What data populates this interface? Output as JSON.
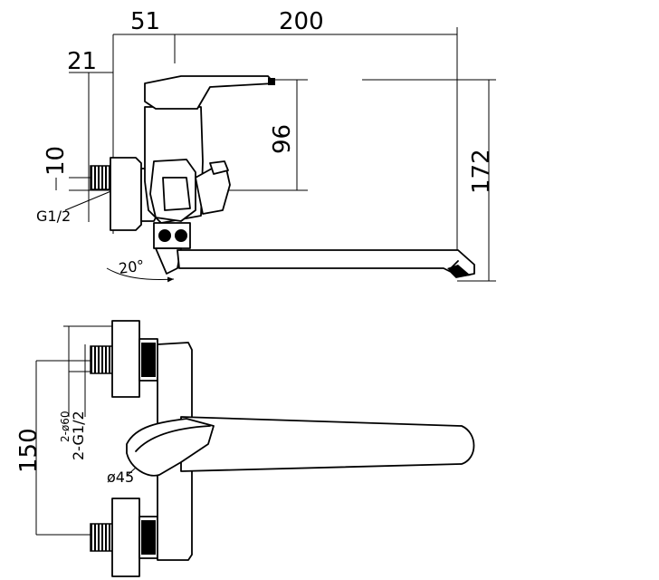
{
  "dimensions": {
    "d51": "51",
    "d200": "200",
    "d21": "21",
    "d96": "96",
    "d10": "10",
    "d172": "172",
    "thread": "G1/2",
    "angle": "20°",
    "d150": "150",
    "thread_pair": "2-G1/2",
    "pipe_pair": "2-ø60",
    "diameter": "ø45"
  }
}
